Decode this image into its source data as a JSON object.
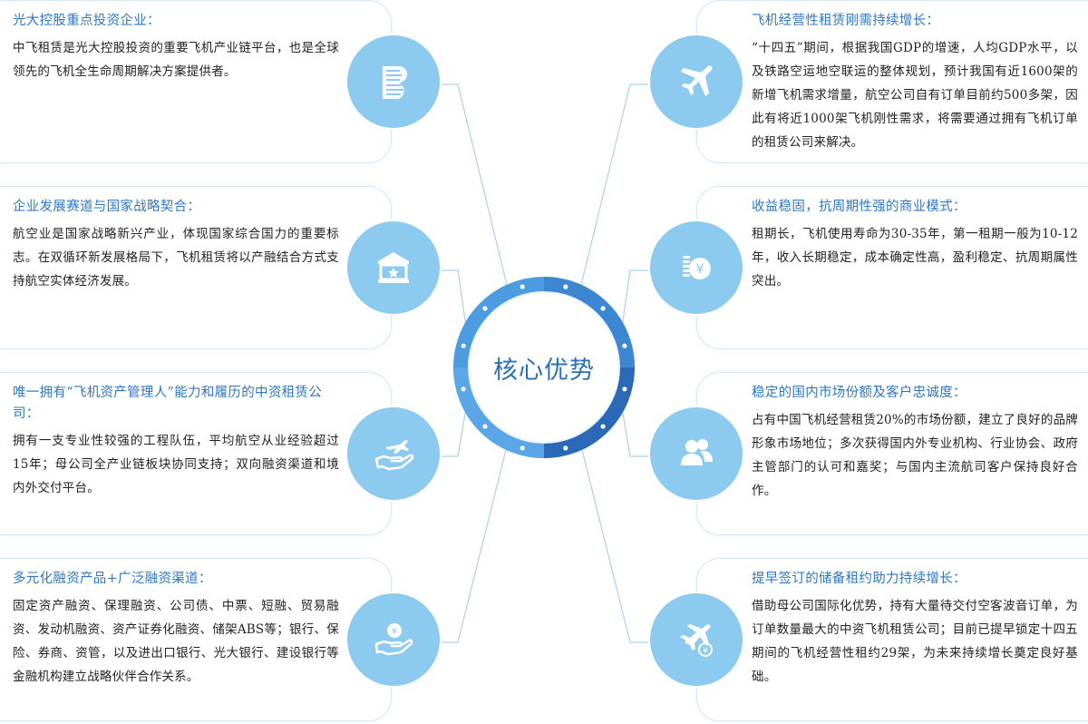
{
  "hub": {
    "label": "核心优势"
  },
  "cards": [
    {
      "id": "left-1",
      "title": "光大控股重点投资企业：",
      "body": "中飞租赁是光大控股投资的重要飞机产业链平台，也是全球领先的飞机全生命周期解决方案提供者。",
      "icon": "document-stack-icon"
    },
    {
      "id": "left-2",
      "title": "企业发展赛道与国家战略契合：",
      "body": "航空业是国家战略新兴产业，体现国家综合国力的重要标志。在双循环新发展格局下，飞机租赁将以产融结合方式支持航空实体经济发展。",
      "icon": "star-building-icon"
    },
    {
      "id": "left-3",
      "title": "唯一拥有“飞机资产管理人”能力和履历的中资租赁公司：",
      "body": "拥有一支专业性较强的工程队伍，平均航空从业经验超过15年；母公司全产业链板块协同支持；双向融资渠道和境内外交付平台。",
      "icon": "hand-plane-icon"
    },
    {
      "id": "left-4",
      "title": "多元化融资产品+广泛融资渠道：",
      "body": "固定资产融资、保理融资、公司债、中票、短融、贸易融资、发动机融资、资产证券化融资、储架ABS等；银行、保险、券商、资管，以及进出口银行、光大银行、建设银行等金融机构建立战略伙伴合作关系。",
      "icon": "hand-coin-icon"
    },
    {
      "id": "right-1",
      "title": "飞机经营性租赁刚需持续增长：",
      "body": "“十四五”期间，根据我国GDP的增速，人均GDP水平，以及铁路空运地空联运的整体规划，预计我国有近1600架的新增飞机需求增量，航空公司自有订单目前约500多架，因此有将近1000架飞机刚性需求，将需要通过拥有飞机订单的租赁公司来解决。",
      "icon": "airplane-icon"
    },
    {
      "id": "right-2",
      "title": "收益稳固，抗周期性强的商业模式：",
      "body": "租期长，飞机使用寿命为30-35年，第一租期一般为10-12年，收入长期稳定，成本确定性高，盈利稳定、抗周期属性突出。",
      "icon": "coin-stack-icon"
    },
    {
      "id": "right-3",
      "title": "稳定的国内市场份额及客户忠诚度：",
      "body": "占有中国飞机经营租赁20%的市场份额，建立了良好的品牌形象市场地位；多次获得国内外专业机构、行业协会、政府主管部门的认可和嘉奖；与国内主流航司客户保持良好合作。",
      "icon": "users-icon"
    },
    {
      "id": "right-4",
      "title": "提早签订的储备租约助力持续增长：",
      "body": "借助母公司国际化优势，持有大量待交付空客波音订单，为订单数量最大的中资飞机租赁公司；目前已提早锁定十四五期间的飞机经营性租约29架，为未来持续增长奠定良好基础。",
      "icon": "airplane-coin-icon"
    }
  ],
  "colors": {
    "accent": "#2f77c2",
    "icon_bg": "#8ccbef",
    "ring_light": "#4d9be0",
    "ring_dark": "#2b69b8",
    "connector": "#a9d3f0"
  }
}
